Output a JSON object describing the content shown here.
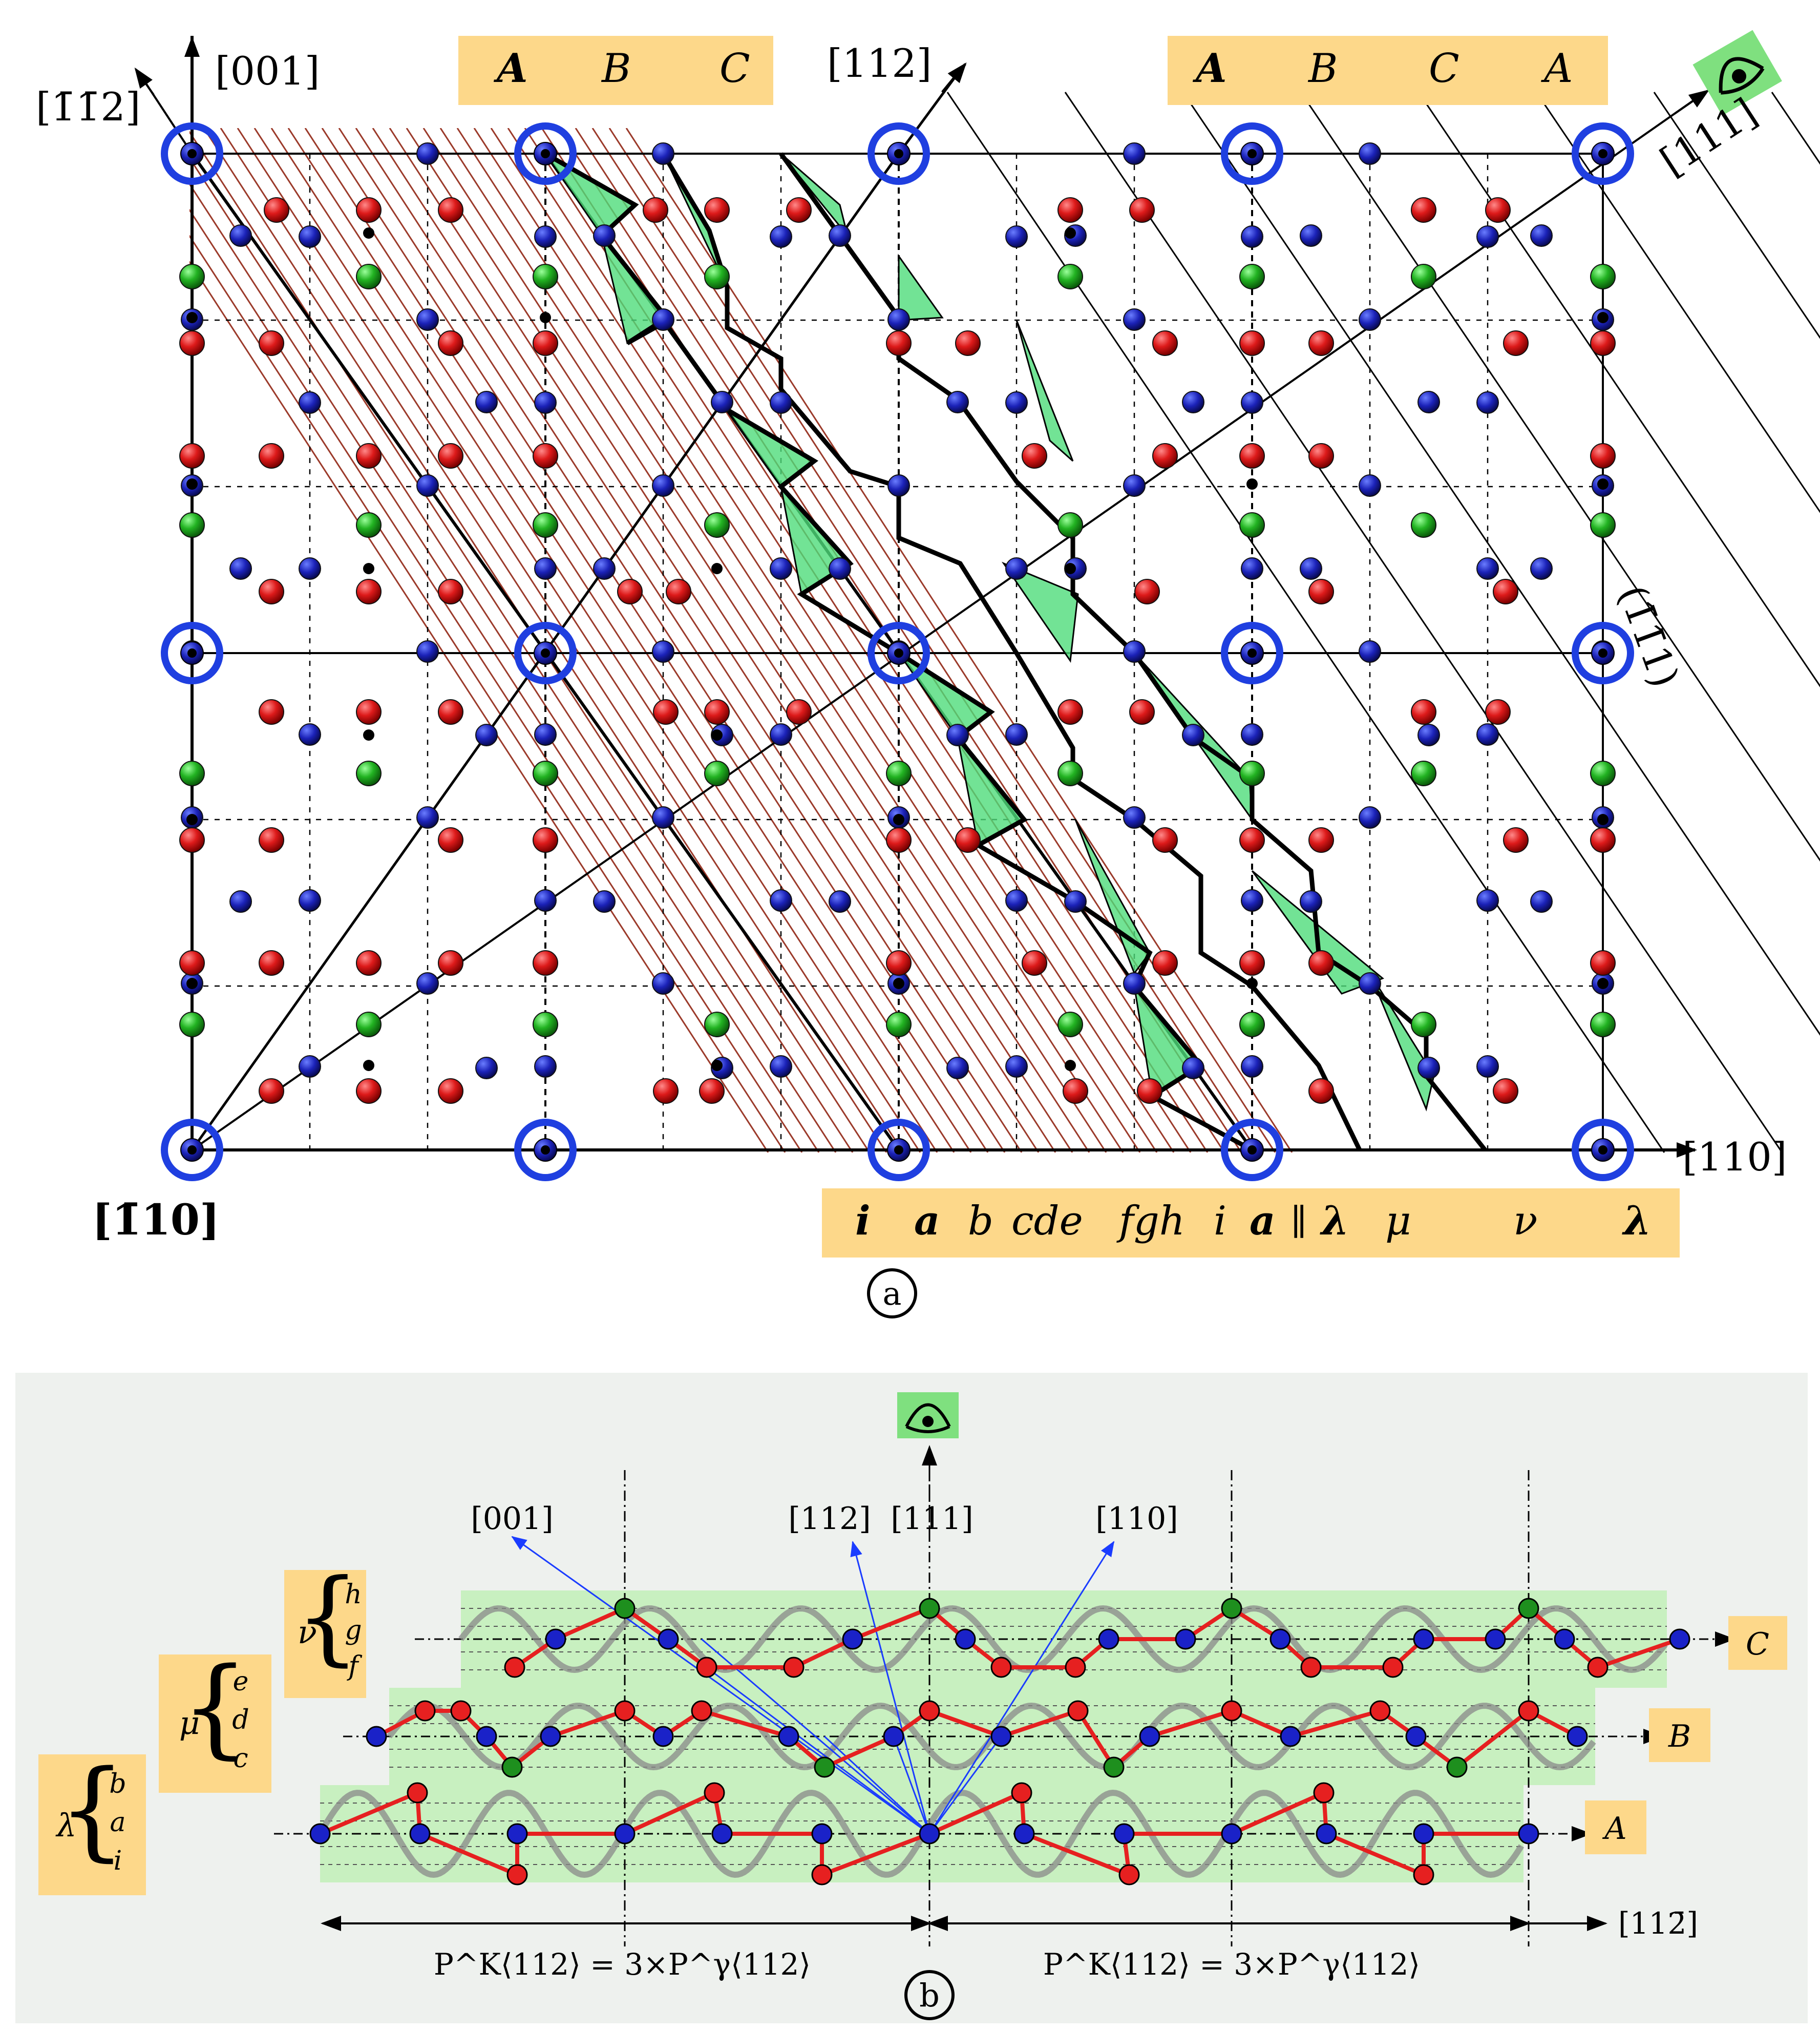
{
  "panel_a": {
    "label": "a",
    "axes": {
      "dir_001": "[001]",
      "dir_m1m12": "[1̄1̄2]",
      "dir_112": "[112]",
      "dir_111": "[111]",
      "dir_110": "[110]",
      "dir_m110": "[1̄10]",
      "plane_111": "(1̄1̄1)"
    },
    "stack_abc_left": [
      "A",
      "B",
      "C"
    ],
    "stack_abca_right": [
      "A",
      "B",
      "C",
      "A"
    ],
    "bottom_sequence": [
      "i",
      "a",
      "b",
      "cde",
      "fgh",
      "i",
      "a",
      "∥",
      "λ",
      "μ",
      "ν",
      "λ"
    ]
  },
  "panel_b": {
    "label": "b",
    "directions": [
      "[001]",
      "[112]",
      "[111]",
      "[110]"
    ],
    "axis_label": "[112̄]",
    "layer_labels": [
      "C",
      "B",
      "A"
    ],
    "groups": [
      {
        "symbol": "ν",
        "letters": [
          "h",
          "g",
          "f"
        ]
      },
      {
        "symbol": "μ",
        "letters": [
          "e",
          "d",
          "c"
        ]
      },
      {
        "symbol": "λ",
        "letters": [
          "b",
          "a",
          "i"
        ]
      }
    ],
    "period_left": "P^K⟨112⟩ = 3×P^γ⟨112⟩",
    "period_right": "P^K⟨112⟩ = 3×P^γ⟨112⟩"
  },
  "colors": {
    "label_box": "#fdd88a",
    "eye_box": "#7fe07f",
    "band": "#c8f0c0",
    "panel_b_bg": "#eef1ee",
    "atom_blue": "#1a1aa8",
    "atom_red": "#d81818",
    "atom_green": "#22aa22",
    "circle_blue": "#1f3fe0",
    "hatch": "#9b3a2a"
  }
}
